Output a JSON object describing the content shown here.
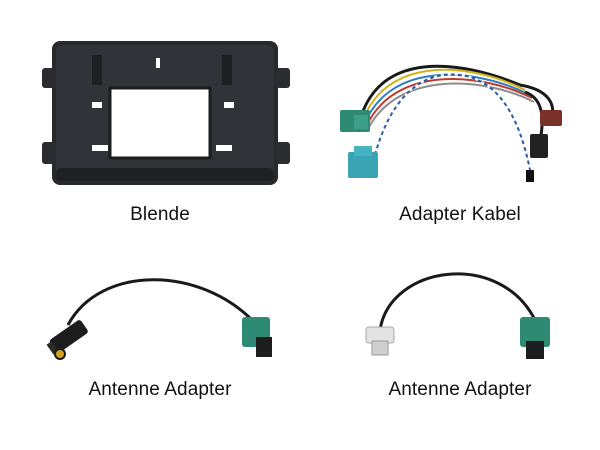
{
  "products": [
    {
      "label": "Blende"
    },
    {
      "label": "Adapter Kabel"
    },
    {
      "label": "Antenne Adapter"
    },
    {
      "label": "Antenne Adapter"
    }
  ],
  "colors": {
    "background": "#ffffff",
    "frame": "#27292c",
    "connector_green": "#2e8a73",
    "connector_blue": "#3aa4b4",
    "connector_red": "#7a3128",
    "cable": "#1a1a1a"
  },
  "icons": [
    "dash-frame-image",
    "wiring-harness-image",
    "fakra-antenna-adapter-image",
    "din-antenna-adapter-image"
  ]
}
